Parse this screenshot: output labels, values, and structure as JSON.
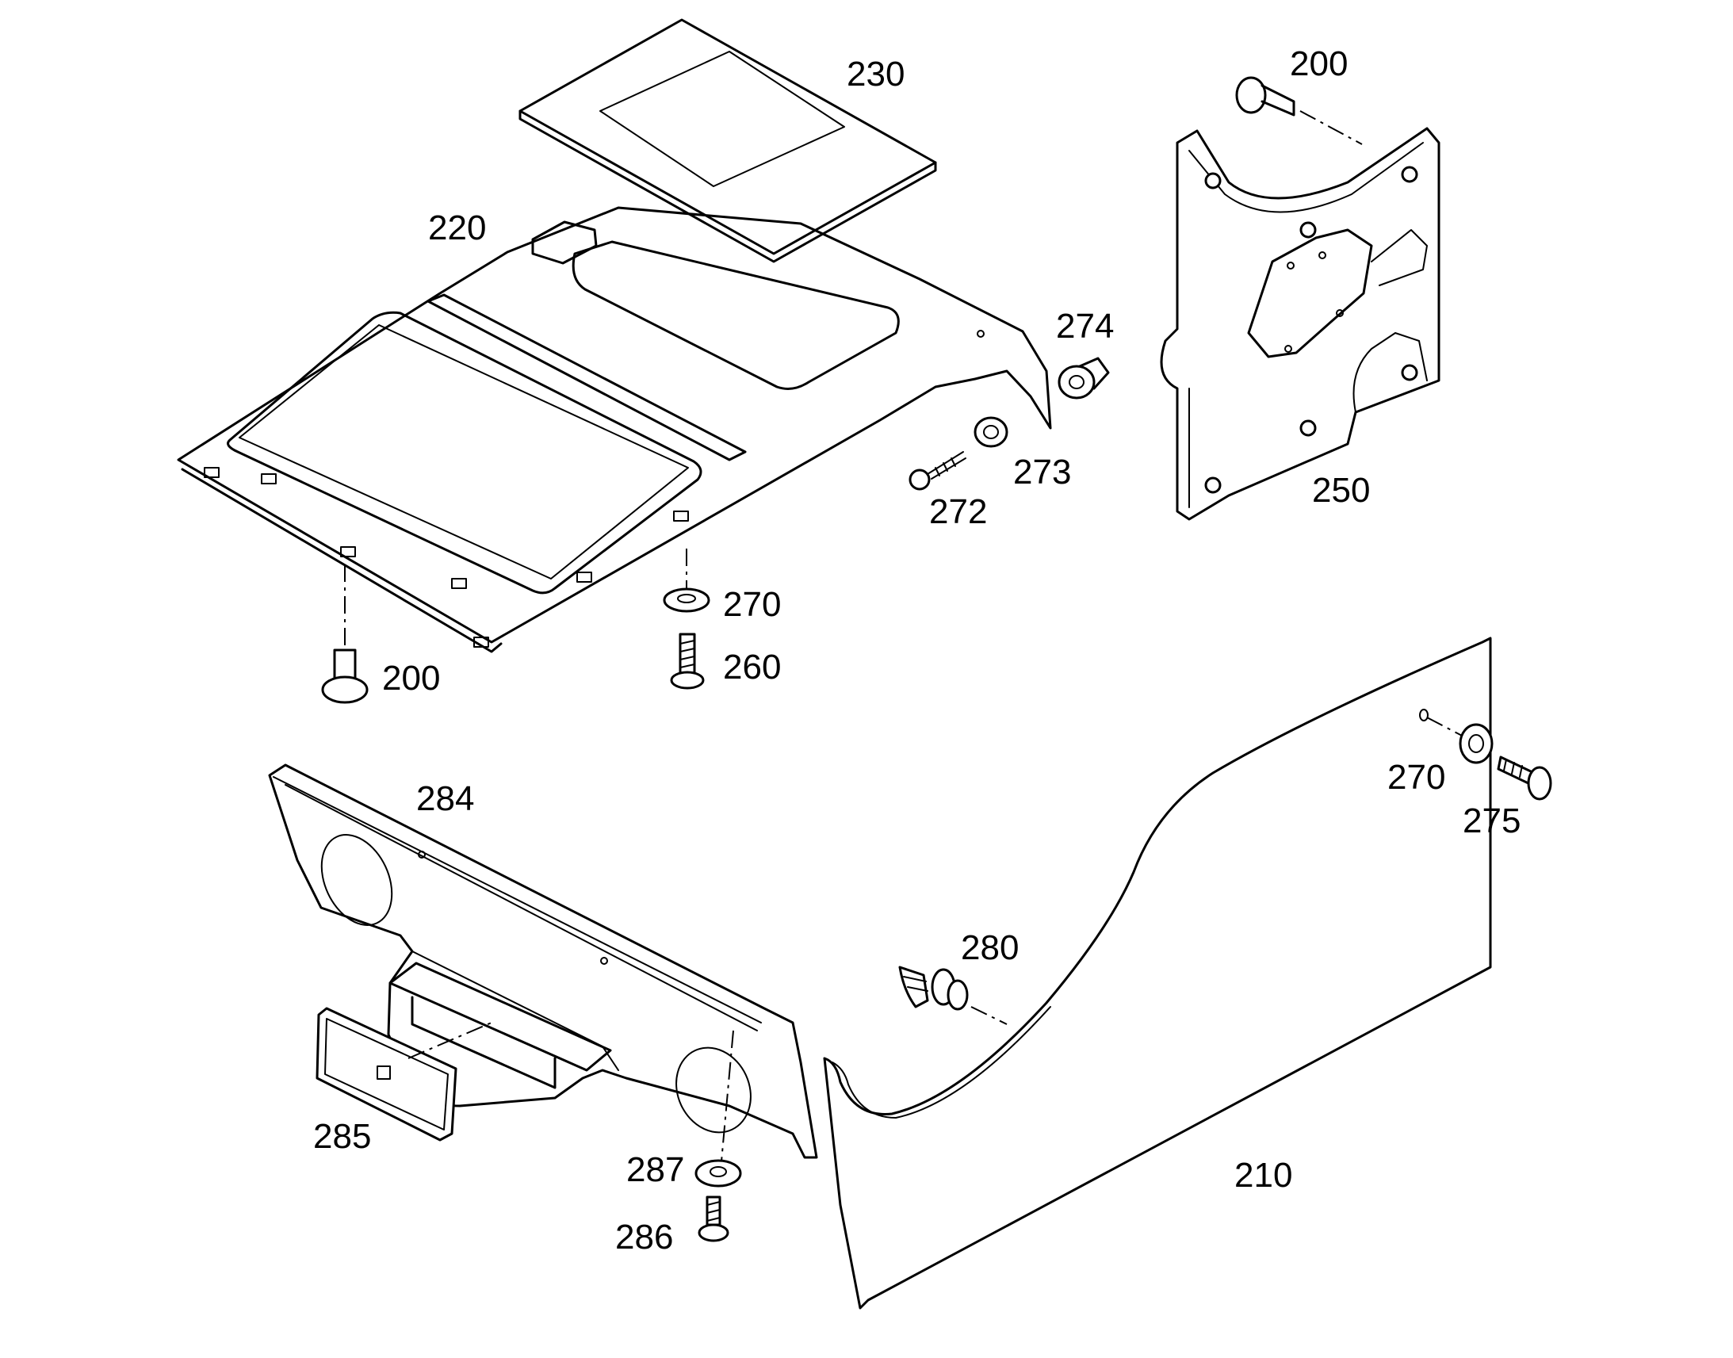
{
  "callouts": [
    {
      "id": "c230",
      "label": "230"
    },
    {
      "id": "c200a",
      "label": "200"
    },
    {
      "id": "c220",
      "label": "220"
    },
    {
      "id": "c274",
      "label": "274"
    },
    {
      "id": "c273",
      "label": "273"
    },
    {
      "id": "c272",
      "label": "272"
    },
    {
      "id": "c250",
      "label": "250"
    },
    {
      "id": "c270a",
      "label": "270"
    },
    {
      "id": "c260",
      "label": "260"
    },
    {
      "id": "c200b",
      "label": "200"
    },
    {
      "id": "c284",
      "label": "284"
    },
    {
      "id": "c270b",
      "label": "270"
    },
    {
      "id": "c275",
      "label": "275"
    },
    {
      "id": "c280",
      "label": "280"
    },
    {
      "id": "c285",
      "label": "285"
    },
    {
      "id": "c287",
      "label": "287"
    },
    {
      "id": "c286",
      "label": "286"
    },
    {
      "id": "c210",
      "label": "210"
    }
  ]
}
